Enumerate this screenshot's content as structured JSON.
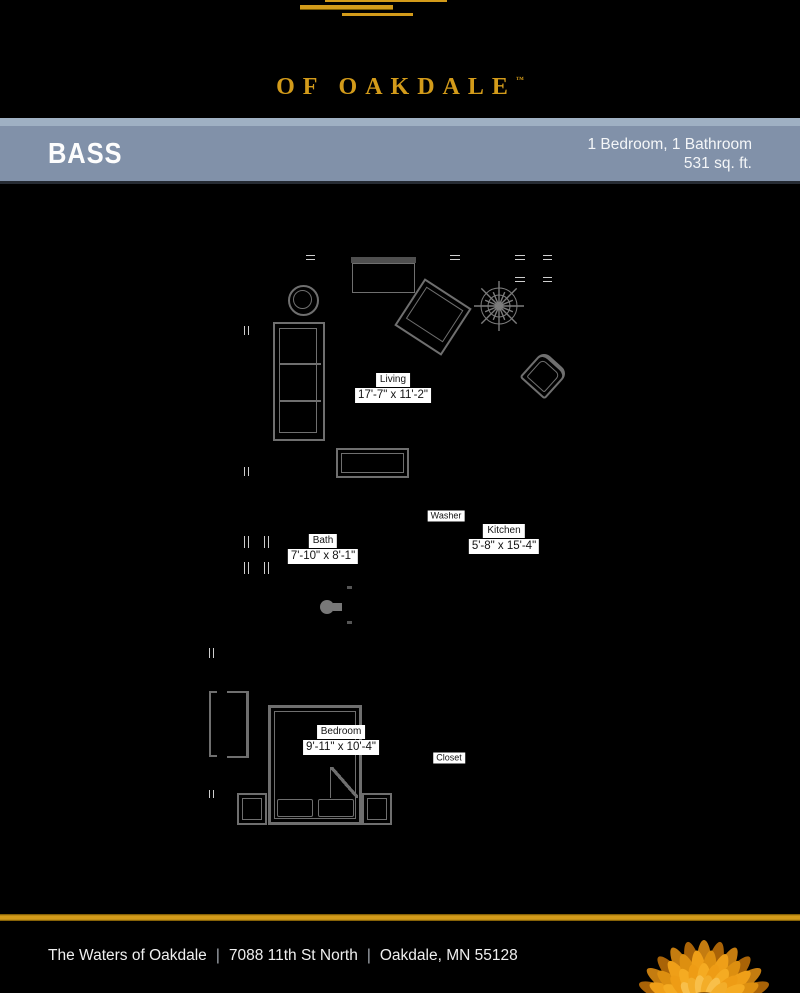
{
  "logo": {
    "subtitle": "OF OAKDALE",
    "trademark": "™"
  },
  "banner": {
    "plan_name": "BASS",
    "specs_line1": "1 Bedroom, 1 Bathroom",
    "specs_line2": "531 sq. ft."
  },
  "floorplan": {
    "rooms": [
      {
        "name": "Living",
        "dims": "17'-7\" x 11'-2\""
      },
      {
        "name": "Kitchen",
        "dims": "5'-8\" x 15'-4\""
      },
      {
        "name": "Bath",
        "dims": "7'-10\" x 8'-1\""
      },
      {
        "name": "Bedroom",
        "dims": "9'-11\" x 10'-4\""
      }
    ],
    "labels": {
      "washer": "Washer",
      "closet": "Closet"
    }
  },
  "footer": {
    "property": "The Waters of Oakdale",
    "address": "7088 11th St North",
    "city": "Oakdale, MN 55128",
    "separator": "|"
  },
  "colors": {
    "gold": "#d39b1a",
    "banner-blue": "#8191a9",
    "banner-stripe": "#9fb0c3",
    "line": "#6f6f6f",
    "tick": "#cfcfcf",
    "label-bg": "#ffffff",
    "page-bg": "#000000"
  }
}
